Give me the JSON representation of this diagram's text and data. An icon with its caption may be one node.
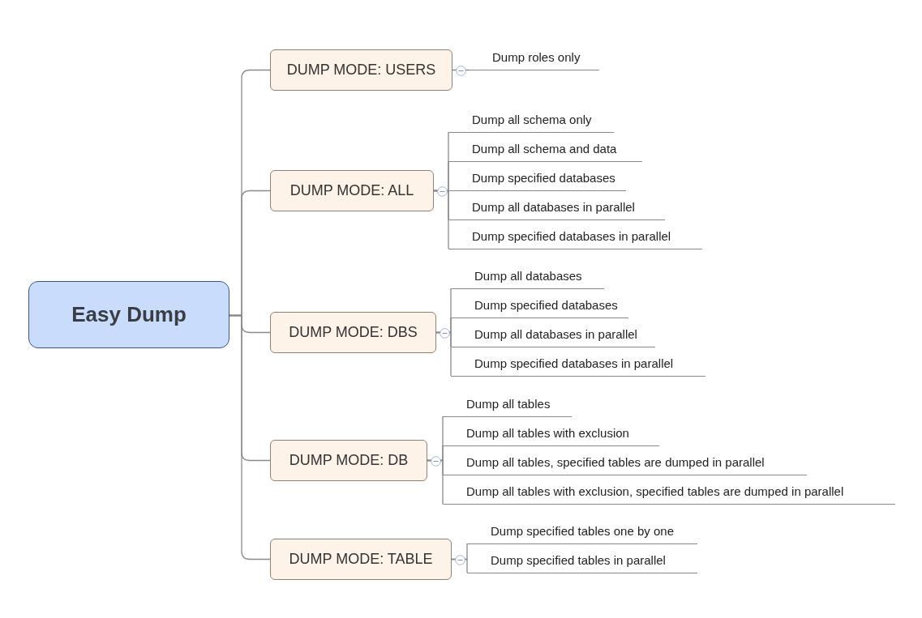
{
  "diagram": {
    "nodes": [
      {
        "text": [
          "Easy Dump"
        ]
      },
      {
        "text": [
          "DUMP MODE: USERS"
        ]
      },
      {
        "text": [
          "Dump roles only"
        ]
      },
      {
        "text": [
          "DUMP MODE: ALL"
        ]
      },
      {
        "text": [
          "Dump all schema only"
        ]
      },
      {
        "text": [
          "Dump all schema and data"
        ]
      },
      {
        "text": [
          "Dump specified databases"
        ]
      },
      {
        "text": [
          "Dump all databases in parallel"
        ]
      },
      {
        "text": [
          "Dump specified databases in parallel"
        ]
      },
      {
        "text": [
          "DUMP MODE: DBS"
        ]
      },
      {
        "text": [
          "Dump all databases"
        ]
      },
      {
        "text": [
          "Dump specified databases"
        ]
      },
      {
        "text": [
          "Dump all databases in parallel"
        ]
      },
      {
        "text": [
          "Dump specified databases in parallel"
        ]
      },
      {
        "text": [
          "DUMP MODE: DB"
        ]
      },
      {
        "text": [
          "Dump all tables"
        ]
      },
      {
        "text": [
          "Dump all tables with exclusion"
        ]
      },
      {
        "text": [
          "Dump all tables, specified tables are dumped in parallel"
        ]
      },
      {
        "text": [
          "Dump all tables with exclusion, specified tables are dumped in parallel"
        ]
      },
      {
        "text": [
          "DUMP MODE: TABLE"
        ]
      },
      {
        "text": [
          "Dump specified tables one by one"
        ]
      },
      {
        "text": [
          "Dump specified tables in parallel"
        ]
      }
    ],
    "edges": [
      {
        "from": 0,
        "to": 1,
        "arrow": "none"
      },
      {
        "from": 0,
        "to": 3,
        "arrow": "none"
      },
      {
        "from": 0,
        "to": 9,
        "arrow": "none"
      },
      {
        "from": 0,
        "to": 14,
        "arrow": "none"
      },
      {
        "from": 0,
        "to": 19,
        "arrow": "none"
      },
      {
        "from": 1,
        "to": 2,
        "arrow": "none"
      },
      {
        "from": 3,
        "to": 4,
        "arrow": "none"
      },
      {
        "from": 3,
        "to": 5,
        "arrow": "none"
      },
      {
        "from": 3,
        "to": 6,
        "arrow": "none"
      },
      {
        "from": 3,
        "to": 7,
        "arrow": "none"
      },
      {
        "from": 3,
        "to": 8,
        "arrow": "none"
      },
      {
        "from": 9,
        "to": 10,
        "arrow": "none"
      },
      {
        "from": 9,
        "to": 11,
        "arrow": "none"
      },
      {
        "from": 9,
        "to": 12,
        "arrow": "none"
      },
      {
        "from": 9,
        "to": 13,
        "arrow": "none"
      },
      {
        "from": 14,
        "to": 15,
        "arrow": "none"
      },
      {
        "from": 14,
        "to": 16,
        "arrow": "none"
      },
      {
        "from": 14,
        "to": 17,
        "arrow": "none"
      },
      {
        "from": 14,
        "to": 18,
        "arrow": "none"
      },
      {
        "from": 19,
        "to": 20,
        "arrow": "none"
      },
      {
        "from": 19,
        "to": 21,
        "arrow": "none"
      }
    ]
  }
}
